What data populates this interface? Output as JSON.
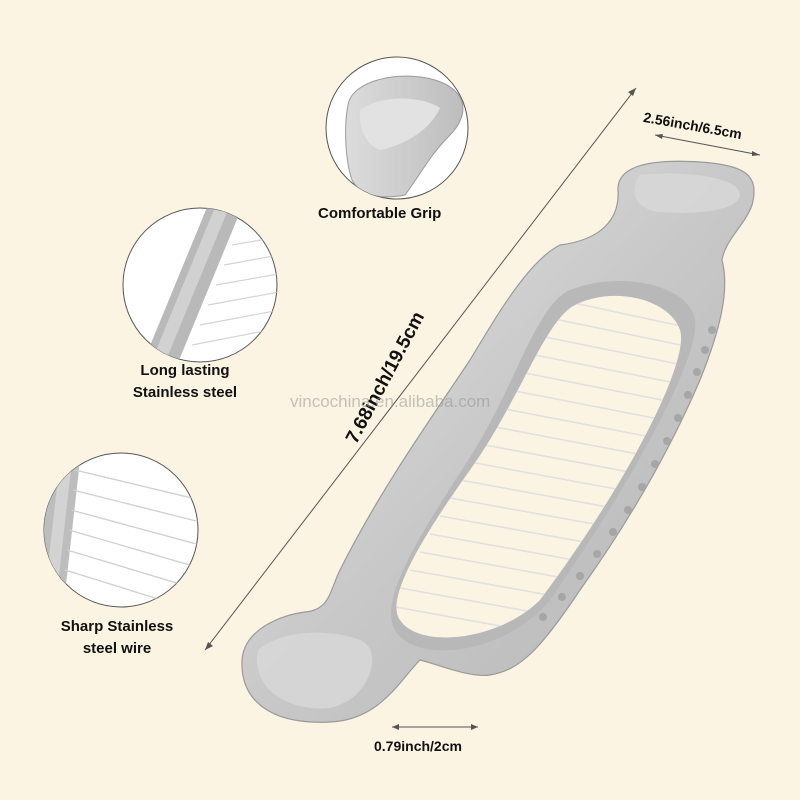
{
  "features": {
    "grip_label": "Comfortable Grip",
    "steel_label_line1": "Long lasting",
    "steel_label_line2": "Stainless steel",
    "wire_label_line1": "Sharp Stainless",
    "wire_label_line2": "steel wire"
  },
  "dimensions": {
    "length": "7.68inch/19.5cm",
    "width": "2.56inch/6.5cm",
    "handle": "0.79inch/2cm"
  },
  "watermark": "vincochina.en.alibaba.com",
  "colors": {
    "background": "#fbf4e2",
    "metal": "#c9c9c9",
    "wire": "#f4f4f4"
  }
}
